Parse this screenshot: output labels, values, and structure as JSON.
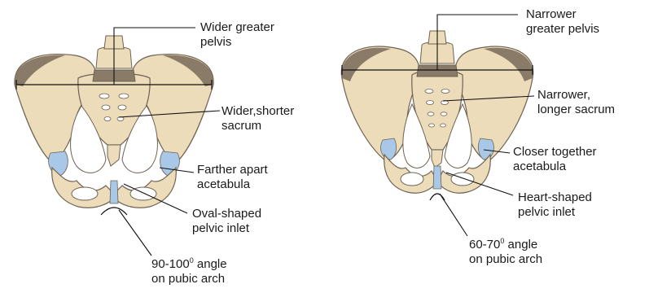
{
  "colors": {
    "bone": "#ecdcba",
    "bone_shadow": "#8a7a68",
    "outline": "#6e6252",
    "cartilage": "#a9c8e8",
    "line": "#111111"
  },
  "female": {
    "labels": [
      {
        "id": "greater-pelvis",
        "lines": [
          "Wider greater",
          "pelvis"
        ]
      },
      {
        "id": "sacrum",
        "lines": [
          "Wider,shorter",
          "sacrum"
        ]
      },
      {
        "id": "acetabula",
        "lines": [
          "Farther apart",
          "acetabula"
        ]
      },
      {
        "id": "pelvic-inlet",
        "lines": [
          "Oval-shaped",
          "pelvic inlet"
        ]
      }
    ],
    "angle": {
      "value": "90-100",
      "sup": "0",
      "suffix": " angle",
      "line2": "on pubic arch"
    }
  },
  "male": {
    "labels": [
      {
        "id": "greater-pelvis",
        "lines": [
          "Narrower",
          "greater pelvis"
        ]
      },
      {
        "id": "sacrum",
        "lines": [
          "Narrower,",
          "longer sacrum"
        ]
      },
      {
        "id": "acetabula",
        "lines": [
          "Closer together",
          "acetabula"
        ]
      },
      {
        "id": "pelvic-inlet",
        "lines": [
          "Heart-shaped",
          "pelvic inlet"
        ]
      }
    ],
    "angle": {
      "value": "60-70",
      "sup": "0",
      "suffix": " angle",
      "line2": "on pubic arch"
    }
  }
}
